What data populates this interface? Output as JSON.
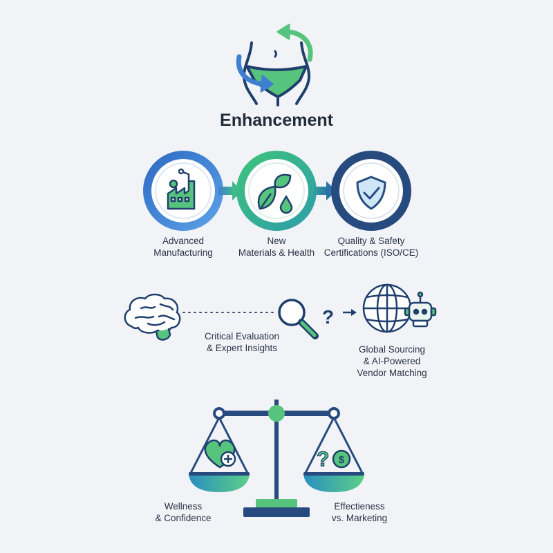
{
  "title": "Enhancement",
  "colors": {
    "navy": "#274b7f",
    "blue": "#3f7fd0",
    "green": "#4fbf7a",
    "teal": "#2aa4a4",
    "background": "#f1f3f7"
  },
  "icons": [
    "body-shape-icon",
    "factory-icon",
    "leaf-drop-icon",
    "shield-check-icon",
    "brain-icon",
    "magnifier-icon",
    "globe-icon",
    "robot-icon",
    "balance-scale-icon",
    "heart-plus-icon",
    "question-dollar-icon"
  ],
  "process": [
    {
      "line1": "Advanced",
      "line2": "Manufacturing"
    },
    {
      "line1": "New",
      "line2": "Materials & Health"
    },
    {
      "line1": "Quality & Safety",
      "line2": "Certifications (ISO/CE)"
    }
  ],
  "evaluation": {
    "line1": "Critical Evaluation",
    "line2": "& Expert Insights"
  },
  "sourcing": {
    "line1": "Global Sourcing",
    "line2": "& AI-Powered",
    "line3": "Vendor Matching"
  },
  "balance": {
    "left": {
      "line1": "Wellness",
      "line2": "& Confidence"
    },
    "right": {
      "line1": "Effectieness",
      "line2": "vs. Marketing"
    }
  }
}
